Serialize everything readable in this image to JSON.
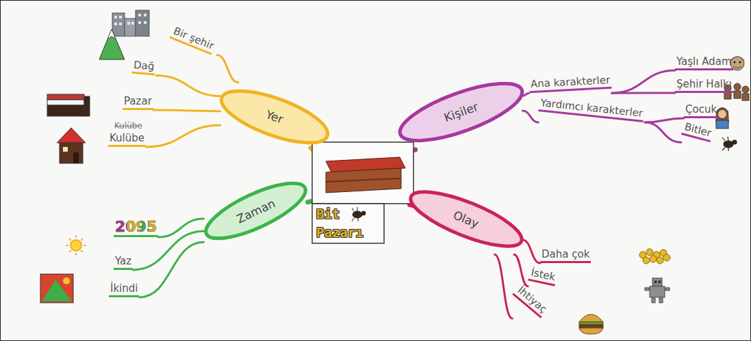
{
  "diagram": {
    "nodes": [
      {
        "text": [
          "Bit Pazarı"
        ]
      },
      {
        "text": [
          "Yer"
        ]
      },
      {
        "text": [
          "Bir şehir"
        ]
      },
      {
        "text": [
          "Dağ"
        ]
      },
      {
        "text": [
          "Pazar"
        ]
      },
      {
        "text": [
          "Kulübe"
        ]
      },
      {
        "text": [
          "Kişiler"
        ]
      },
      {
        "text": [
          "Ana karakterler"
        ]
      },
      {
        "text": [
          "Yaşlı Adam"
        ]
      },
      {
        "text": [
          "Şehir Halkı"
        ]
      },
      {
        "text": [
          "Yardımcı karakterler"
        ]
      },
      {
        "text": [
          "Çocuk"
        ]
      },
      {
        "text": [
          "Bitler"
        ]
      },
      {
        "text": [
          "Zaman"
        ]
      },
      {
        "text": [
          "2095"
        ]
      },
      {
        "text": [
          "Yaz"
        ]
      },
      {
        "text": [
          "İkindi"
        ]
      },
      {
        "text": [
          "Olay"
        ]
      },
      {
        "text": [
          "Daha çok"
        ]
      },
      {
        "text": [
          "İstek"
        ]
      },
      {
        "text": [
          "İhtiyaç"
        ]
      }
    ],
    "edges": [
      {
        "from": 0,
        "to": 1,
        "arrow": "none"
      },
      {
        "from": 0,
        "to": 6,
        "arrow": "none"
      },
      {
        "from": 0,
        "to": 13,
        "arrow": "none"
      },
      {
        "from": 0,
        "to": 17,
        "arrow": "none"
      },
      {
        "from": 1,
        "to": 2,
        "arrow": "none"
      },
      {
        "from": 1,
        "to": 3,
        "arrow": "none"
      },
      {
        "from": 1,
        "to": 4,
        "arrow": "none"
      },
      {
        "from": 1,
        "to": 5,
        "arrow": "none"
      },
      {
        "from": 6,
        "to": 7,
        "arrow": "none"
      },
      {
        "from": 7,
        "to": 8,
        "arrow": "none"
      },
      {
        "from": 7,
        "to": 9,
        "arrow": "none"
      },
      {
        "from": 6,
        "to": 10,
        "arrow": "none"
      },
      {
        "from": 10,
        "to": 11,
        "arrow": "none"
      },
      {
        "from": 10,
        "to": 12,
        "arrow": "none"
      },
      {
        "from": 13,
        "to": 14,
        "arrow": "none"
      },
      {
        "from": 13,
        "to": 15,
        "arrow": "none"
      },
      {
        "from": 13,
        "to": 16,
        "arrow": "none"
      },
      {
        "from": 17,
        "to": 18,
        "arrow": "none"
      },
      {
        "from": 17,
        "to": 19,
        "arrow": "none"
      },
      {
        "from": 17,
        "to": 20,
        "arrow": "none"
      }
    ],
    "labels": [
      "Kulübe"
    ]
  }
}
